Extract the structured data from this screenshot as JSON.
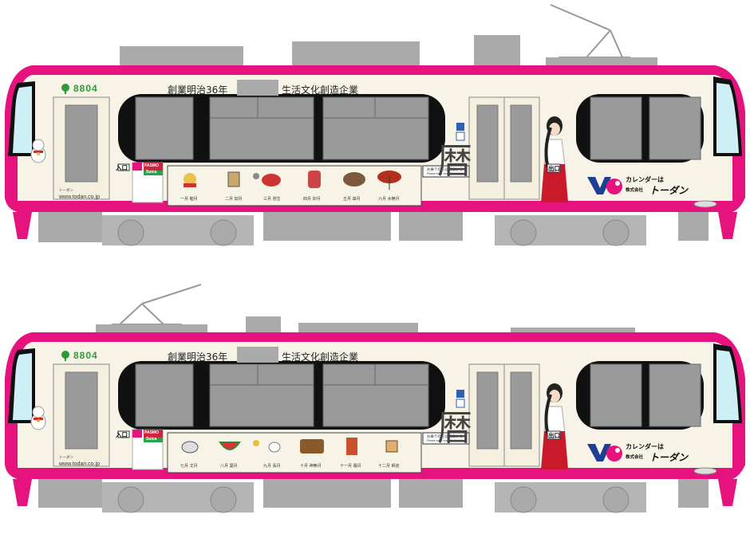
{
  "trams": [
    {
      "car_number": "8804",
      "slogan_left": "創業明治36年",
      "slogan_right": "生活文化創造企業",
      "website": "www.todan.co.jp",
      "door_label": "トーダン",
      "entrance": "入口",
      "exit": "出口",
      "pasmo": "PASMO",
      "suica": "Suica",
      "notice": "お乗りの方は前扉から",
      "notice_en": "Please enter from the front",
      "calendar_text": "カレンダーは",
      "company_prefix": "株式会社",
      "company_name": "トーダン",
      "calligraphy": "暦",
      "months": [
        "一月 睦月",
        "二月 如月",
        "三月 弥生",
        "四月 卯月",
        "五月 皐月",
        "六月 水無月"
      ]
    },
    {
      "car_number": "8804",
      "slogan_left": "創業明治36年",
      "slogan_right": "生活文化創造企業",
      "website": "www.todan.co.jp",
      "door_label": "トーダン",
      "entrance": "入口",
      "exit": "出口",
      "pasmo": "PASMO",
      "suica": "Suica",
      "notice": "お乗りの方は前扉から",
      "notice_en": "Please enter from the front",
      "calendar_text": "カレンダーは",
      "company_prefix": "株式会社",
      "company_name": "トーダン",
      "calligraphy": "暦",
      "months": [
        "七月 文月",
        "八月 葉月",
        "九月 長月",
        "十月 神無月",
        "十一月 霜月",
        "十二月 師走"
      ]
    }
  ],
  "colors": {
    "body": "#e6127e",
    "cream": "#f7f3e6",
    "gray": "#aaaaaa",
    "window": "#9a9a9a",
    "black": "#111111",
    "glass": "#cfeff7",
    "logo_blue": "#1c3f95",
    "logo_red": "#e6127e",
    "number_green": "#2d9b3a"
  }
}
